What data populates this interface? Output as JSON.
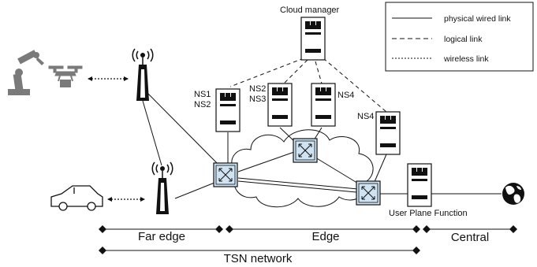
{
  "legend": {
    "items": [
      {
        "label": "physical wired link",
        "style": "solid"
      },
      {
        "label": "logical link",
        "style": "dashed"
      },
      {
        "label": "wireless link",
        "style": "dotted"
      }
    ]
  },
  "nodes": {
    "cloud_manager": "Cloud manager",
    "server_a_top": "NS1",
    "server_a_bottom": "NS2",
    "server_b_top": "NS2",
    "server_b_bottom": "NS3",
    "server_c": "NS4",
    "server_d": "NS4",
    "upf": "User Plane Function"
  },
  "segments": {
    "far_edge": "Far edge",
    "edge": "Edge",
    "central": "Central",
    "tsn": "TSN network"
  },
  "colors": {
    "switch_fill": "#cfe3f3",
    "cloud_fill": "#ffffff",
    "line": "#111111"
  }
}
